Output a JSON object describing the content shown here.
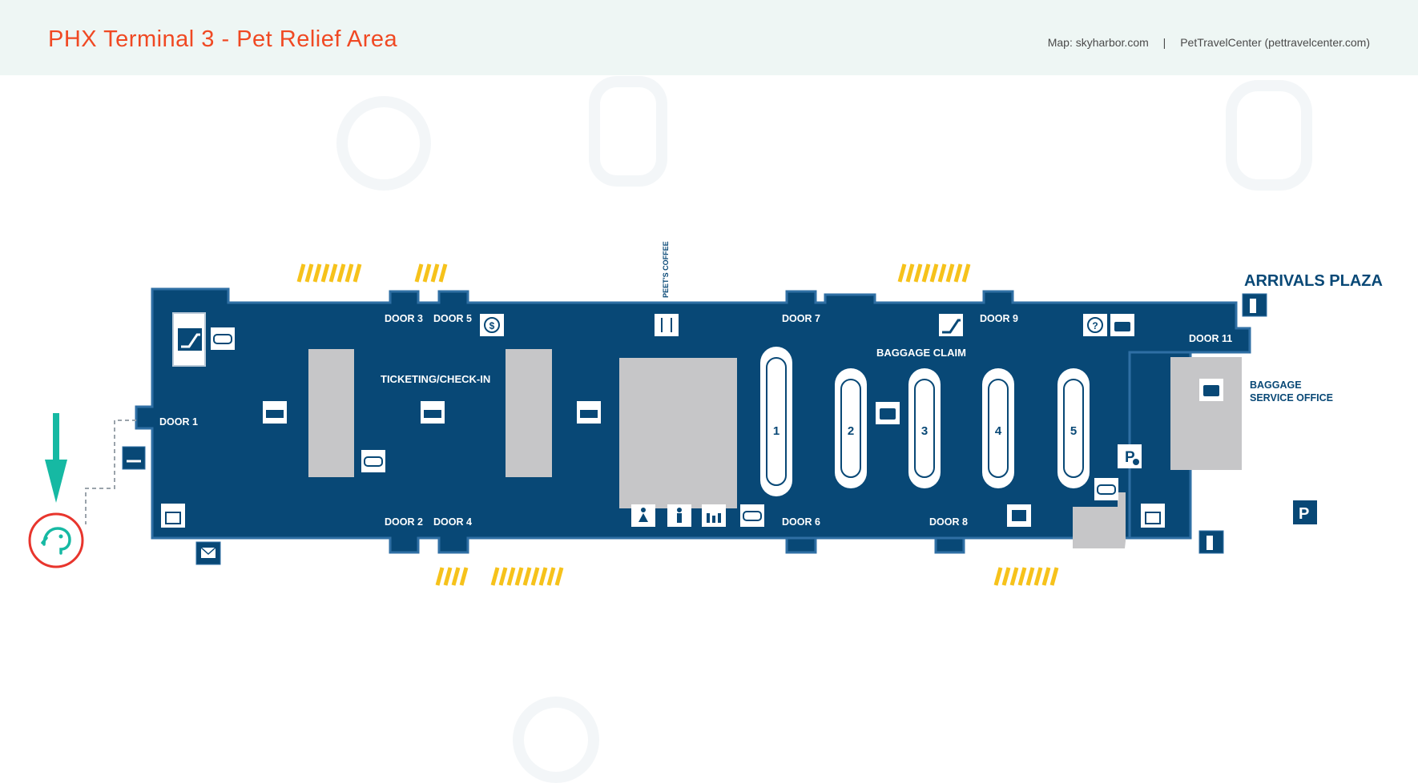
{
  "header": {
    "title": "PHX Terminal 3 - Pet Relief Area",
    "credit_map": "Map: skyharbor.com",
    "credit_separator": "|",
    "credit_source": "PetTravelCenter (pettravelcenter.com)"
  },
  "colors": {
    "terminal_fill": "#084876",
    "terminal_outline": "#2f6fa4",
    "counter_gray": "#c6c6c8",
    "crosswalk_yellow": "#f6c21b",
    "title_orange": "#f04923",
    "pet_teal": "#16b9a3",
    "pet_ring_red": "#e8352d",
    "header_bg": "#eef6f4"
  },
  "map": {
    "doors": [
      "DOOR 1",
      "DOOR 2",
      "DOOR 3",
      "DOOR 4",
      "DOOR 5",
      "DOOR 6",
      "DOOR 7",
      "DOOR 8",
      "DOOR 9",
      "DOOR 11"
    ],
    "areas": {
      "ticketing": "TICKETING/CHECK-IN",
      "baggage_claim": "BAGGAGE CLAIM",
      "arrivals_plaza": "ARRIVALS PLAZA",
      "baggage_service_line1": "BAGGAGE",
      "baggage_service_line2": "SERVICE OFFICE",
      "coffee": "PEET'S COFFEE"
    },
    "carousels": [
      "1",
      "2",
      "3",
      "4",
      "5"
    ],
    "parking_symbol": "P",
    "icons": [
      "escalator-icon",
      "mask-icon",
      "ticket-counter-icon",
      "smoking-area-icon",
      "elevator-icon",
      "mail-icon",
      "currency-exchange-icon",
      "restaurant-icon",
      "restroom-women-icon",
      "restroom-men-icon",
      "family-restroom-icon",
      "luggage-icon",
      "escalator-down-icon",
      "information-icon",
      "telephone-icon",
      "payment-parking-icon",
      "rental-car-icon",
      "ground-transportation-icon",
      "parking-icon",
      "pet-relief-icon",
      "direction-arrow-icon"
    ]
  }
}
